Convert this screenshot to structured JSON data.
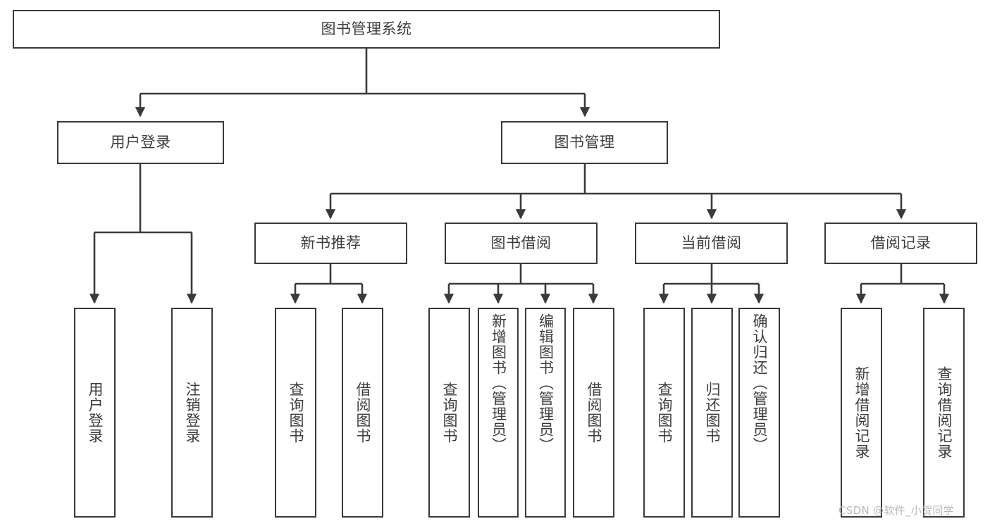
{
  "diagram": {
    "title": "图书管理系统",
    "type": "hierarchy-tree",
    "root": {
      "label": "图书管理系统"
    },
    "level2": [
      {
        "label": "用户登录"
      },
      {
        "label": "图书管理"
      }
    ],
    "level3": [
      {
        "label": "新书推荐"
      },
      {
        "label": "图书借阅"
      },
      {
        "label": "当前借阅"
      },
      {
        "label": "借阅记录"
      }
    ],
    "leaves": {
      "user_login": [
        {
          "label": "用户登录"
        },
        {
          "label": "注销登录"
        }
      ],
      "new_book_recommend": [
        {
          "label": "查询图书"
        },
        {
          "label": "借阅图书"
        }
      ],
      "book_borrow": [
        {
          "label": "查询图书"
        },
        {
          "label": "新增图书（管理员）"
        },
        {
          "label": "编辑图书（管理员）"
        },
        {
          "label": "借阅图书"
        }
      ],
      "current_borrow": [
        {
          "label": "查询图书"
        },
        {
          "label": "归还图书"
        },
        {
          "label": "确认归还（管理员）"
        }
      ],
      "borrow_record": [
        {
          "label": "新增借阅记录"
        },
        {
          "label": "查询借阅记录"
        }
      ]
    }
  },
  "watermark": {
    "text": "CSDN @软件_小贺同学"
  },
  "colors": {
    "stroke": "#3a3a3a",
    "text": "#3d3d3d",
    "background": "#ffffff",
    "watermark": "#b9b9b9"
  }
}
